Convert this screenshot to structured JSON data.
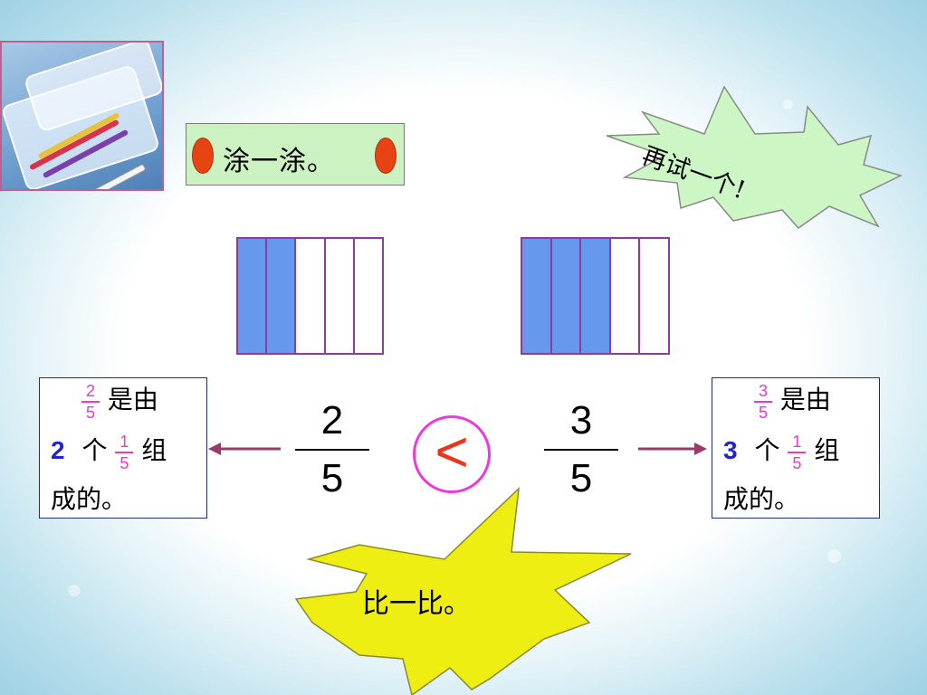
{
  "instruction": {
    "label": "涂一涂。"
  },
  "callouts": {
    "try_again": "再试一个!",
    "compare": "比一比。"
  },
  "strips": [
    {
      "parts": 5,
      "filled": 2
    },
    {
      "parts": 5,
      "filled": 3
    }
  ],
  "fractions": {
    "left": {
      "numerator": "2",
      "denominator": "5"
    },
    "right": {
      "numerator": "3",
      "denominator": "5"
    },
    "comparison": "<"
  },
  "explanations": {
    "left": {
      "frac_num": "2",
      "frac_den": "5",
      "text_1": "是由",
      "count": "2",
      "text_2": "个",
      "unit_num": "1",
      "unit_den": "5",
      "text_3": "组",
      "text_4": "成的。"
    },
    "right": {
      "frac_num": "3",
      "frac_den": "5",
      "text_1": "是由",
      "count": "3",
      "text_2": "个",
      "unit_num": "1",
      "unit_den": "5",
      "text_3": "组",
      "text_4": "成的。"
    }
  },
  "colors": {
    "filled": "#6699ee",
    "strip_border": "#8e3a9e",
    "arrow": "#9b3a6a",
    "burst_green": "#ccf7c4",
    "burst_yellow": "#eeee12",
    "compare_symbol": "#e8361e"
  },
  "icons": [
    "pencil-box-photo",
    "left-arrow-icon",
    "right-arrow-icon"
  ]
}
